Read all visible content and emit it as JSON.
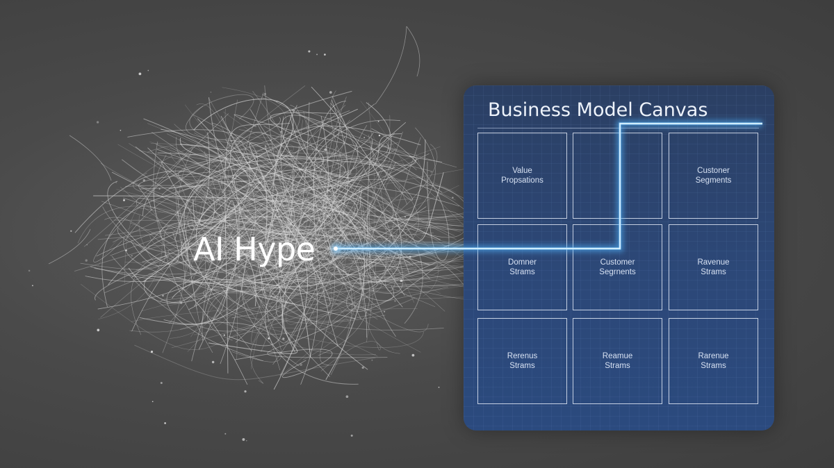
{
  "hype_label": "AI Hype",
  "canvas": {
    "title": "Business Model Canvas",
    "cells": [
      "Value\nPropsations",
      "",
      "Custoner\nSegments",
      "Domner\nStrams",
      "Customer\nSegrnents",
      "Ravenue\nStrams",
      "Rerenus\nStrams",
      "Reamue\nStrams",
      "Rarenue\nStrams"
    ]
  },
  "colors": {
    "background": "#4a4a4a",
    "panel": "#2c4878",
    "beam": "#4fb4ff",
    "scribble": "#d8d8d8"
  }
}
